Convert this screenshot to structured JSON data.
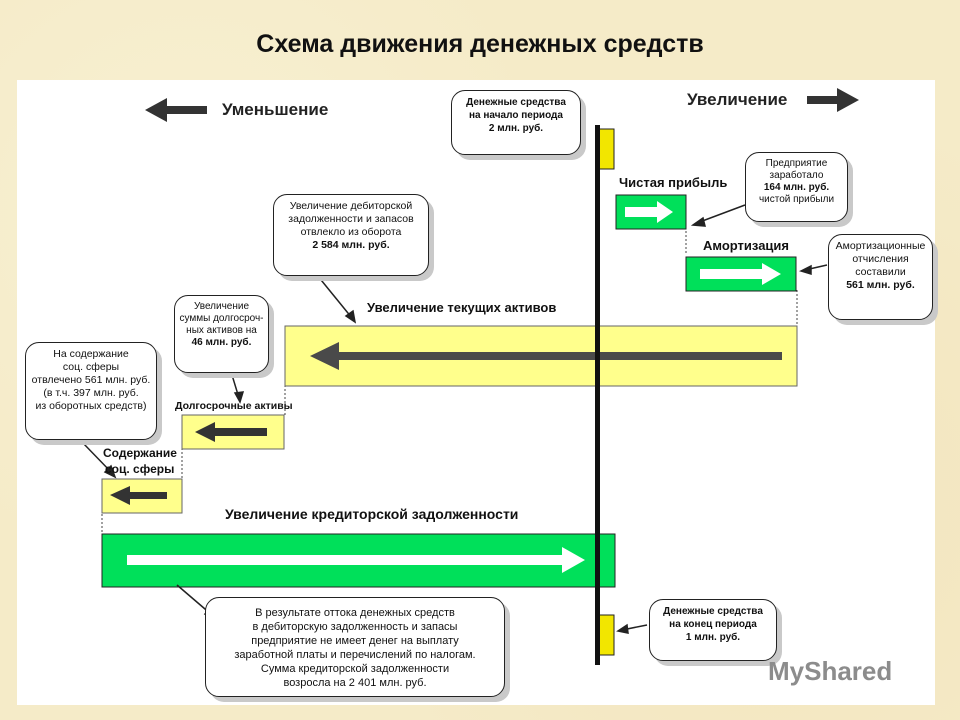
{
  "title": "Схема движения денежных средств",
  "directions": {
    "decrease": "Уменьшение",
    "increase": "Увеличение"
  },
  "bars": {
    "net_profit": "Чистая прибыль",
    "amortization": "Амортизация",
    "current_assets": "Увеличение текущих активов",
    "long_term_assets": "Долгосрочные активы",
    "social": [
      "Содержание",
      "соц. сферы"
    ],
    "payables": "Увеличение кредиторской задолженности"
  },
  "callouts": {
    "cash_start": [
      "Денежные средства",
      "на начало периода",
      "2 млн. руб."
    ],
    "profit": [
      "Предприятие",
      "заработало",
      "164 млн. руб.",
      "чистой прибыли"
    ],
    "amortization": [
      "Амортизационные",
      "отчисления",
      "составили",
      "561 млн. руб."
    ],
    "receivables": [
      "Увеличение дебиторской",
      "задолженности и запасов",
      "отвлекло из оборота",
      "2 584 млн. руб."
    ],
    "long_term": [
      "Увеличение",
      "суммы долгосроч-",
      "ных активов на",
      "46 млн. руб."
    ],
    "social": [
      "На содержание",
      "соц. сферы",
      "отвлечено 561 млн. руб.",
      "(в т.ч. 397 млн. руб.",
      "из оборотных средств)"
    ],
    "cash_end": [
      "Денежные средства",
      "на  конец периода",
      "1 млн. руб."
    ],
    "result": [
      "В результате оттока денежных средств",
      "в дебиторскую задолженность и запасы",
      "предприятие не имеет денег на выплату",
      "заработной платы и перечислений по налогам.",
      "Сумма кредиторской задолженности",
      "возросла на   2 401 млн. руб."
    ]
  },
  "watermark": "MyShared",
  "colors": {
    "green": "#00e05a",
    "yellow": "#ffff8c",
    "axis": "#111111",
    "cash": "#f2e600"
  }
}
